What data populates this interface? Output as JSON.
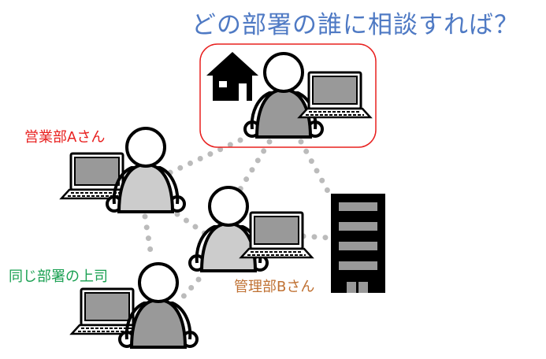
{
  "title": "どの部署の誰に相談すれば？",
  "labels": {
    "sales_a": "営業部Aさん",
    "admin_b": "管理部Bさん",
    "boss": "同じ部署の上司"
  },
  "colors": {
    "title": "#4f7ac4",
    "sales_a": "#e8201f",
    "admin_b": "#c07234",
    "boss": "#1aa052",
    "highlight_border": "#e8201f"
  }
}
